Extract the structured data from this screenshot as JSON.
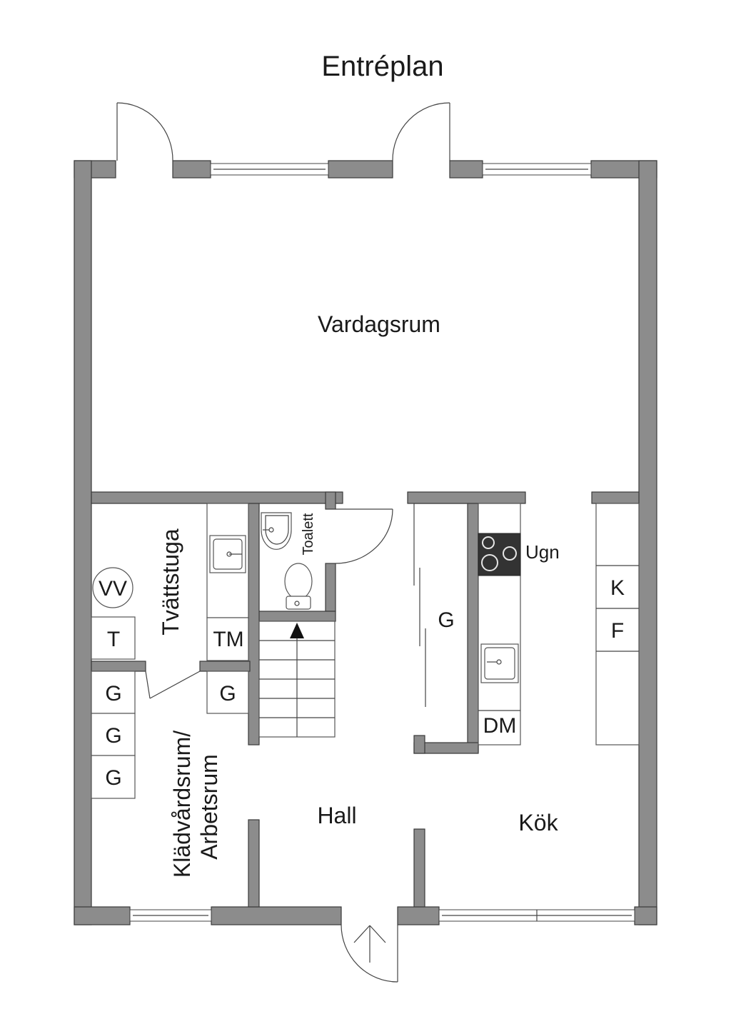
{
  "title": "Entréplan",
  "rooms": {
    "vardagsrum": "Vardagsrum",
    "tvattstuga": "Tvättstuga",
    "toalett": "Toalett",
    "kladvardsrum_line1": "Klädvårdsrum/",
    "kladvardsrum_line2": "Arbetsrum",
    "hall": "Hall",
    "kok": "Kök"
  },
  "fixtures": {
    "vv": "VV",
    "t": "T",
    "tm": "TM",
    "g": "G",
    "ugn": "Ugn",
    "dm": "DM",
    "k": "K",
    "f": "F"
  },
  "colors": {
    "wall": "#8c8c8c",
    "line": "#444444",
    "stove": "#333333"
  }
}
